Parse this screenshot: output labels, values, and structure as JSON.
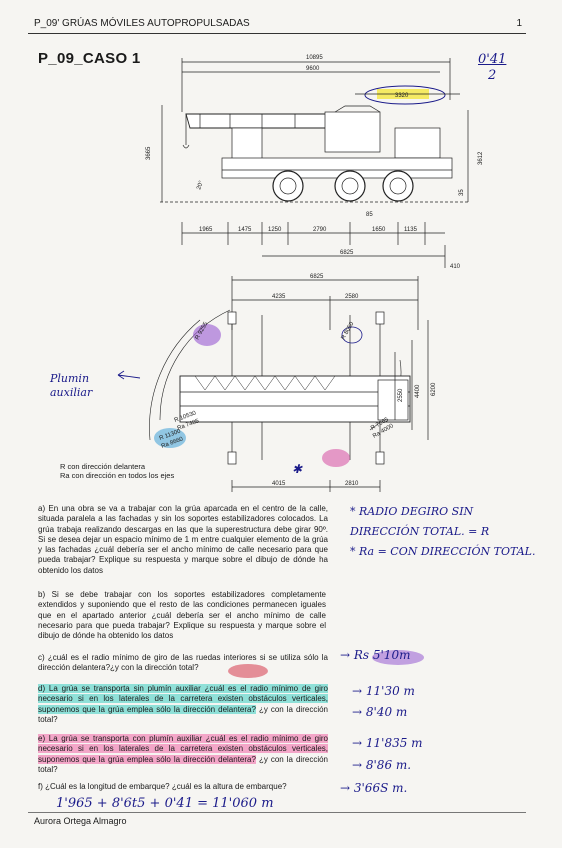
{
  "header": {
    "title": "P_09' GRÚAS MÓVILES AUTOPROPULSADAS",
    "page_number": "1"
  },
  "case_title": "P_09_CASO 1",
  "handwritten_top": {
    "line1": "0'41",
    "line2": "2"
  },
  "crane_side_dims": {
    "total_length": "10895",
    "length_2": "9600",
    "highlight": "3320",
    "height_left": "3665",
    "height_right": "3612",
    "angle": "20°",
    "small_right": "35",
    "mid_85": "85",
    "bottom": [
      "1965",
      "1475",
      "1250",
      "2790",
      "1650",
      "1135"
    ],
    "overall_6825": "6825",
    "right_410": "410"
  },
  "crane_top_dims": {
    "top_total": "6825",
    "left_span": "4235",
    "right_span": "2580",
    "h1": "2550",
    "h2": "4400",
    "h3": "6200",
    "bottom_left": "4015",
    "bottom_right": "2810",
    "r1": "R 10530",
    "r1b": "Ra 7485",
    "r2": "R 11300",
    "r2b": "Ra 8660",
    "r3": "R 7065",
    "r3b": "Ra 4000",
    "r4": "R 9255",
    "r5": "R 8050"
  },
  "plumin_note": {
    "line1": "Plumin",
    "line2": "auxiliar"
  },
  "caption": {
    "line1": "R con dirección delantera",
    "line2": "Ra con dirección en todos los ejes"
  },
  "questions": {
    "a": "a) En una obra se va a trabajar con la grúa aparcada en el centro de la calle, situada paralela a las fachadas y sin los soportes estabilizadores colocados. La grúa trabaja realizando descargas en las que la superestructura debe girar 90º. Si se desea dejar un espacio mínimo de 1 m entre cualquier elemento de la grúa y las fachadas ¿cuál debería ser el ancho mínimo de calle necesario para que pueda trabajar? Explique su respuesta y marque sobre el dibujo de dónde ha obtenido los datos",
    "b": "b) Si se debe trabajar con los soportes estabilizadores completamente extendidos y suponiendo que el resto de las condiciones permanecen iguales que en el apartado anterior ¿cuál debería ser el ancho mínimo de calle necesario para que pueda trabajar? Explique su respuesta y marque sobre el dibujo de dónde ha obtenido los datos",
    "c": "c) ¿cuál es el radio mínimo de giro de las ruedas interiores si se utiliza sólo la dirección delantera?¿y con la dirección total?",
    "d_part1": "d) La grúa se transporta sin plumín auxiliar ¿cuál es el radio mínimo de giro necesario si en los laterales de la carretera existen obstáculos verticales, suponemos que la grúa emplea sólo la dirección delantera?",
    "d_part2": "¿y con la dirección total?",
    "e_part1": "e) La grúa se transporta con plumín auxiliar ¿cuál es el radio mínimo de giro necesario si en los laterales de la carretera existen obstáculos verticales, suponemos que la grúa emplea sólo la dirección delantera?",
    "e_part2": "¿y con la dirección total?",
    "f": "f) ¿Cuál es la longitud de embarque? ¿cuál es la altura de embarque?"
  },
  "side_notes": {
    "line1": "* RADIO DEGIRO SIN",
    "line2": "DIRECCIÓN TOTAL. = R",
    "line3": "* Ra = CON DIRECCIÓN TOTAL."
  },
  "answers": {
    "c": "→ Rs 5'10m",
    "d1": "→ 11'30 m",
    "d2": "→ 8'40 m",
    "e1": "→ 11'835 m",
    "e2": "→ 8'86 m.",
    "f": "→ 3'66S m.",
    "f_calc": "1'965 + 8'6t5 + 0'41 = 11'060 m"
  },
  "footer": "Aurora Ortega Almagro",
  "colors": {
    "highlight_cyan": "#8fe0d8",
    "highlight_pink": "#f3a6c8",
    "highlight_yellow": "#f5e84a",
    "ink_blue": "#1b1b8a",
    "purple_marker": "#9a5ad2"
  }
}
